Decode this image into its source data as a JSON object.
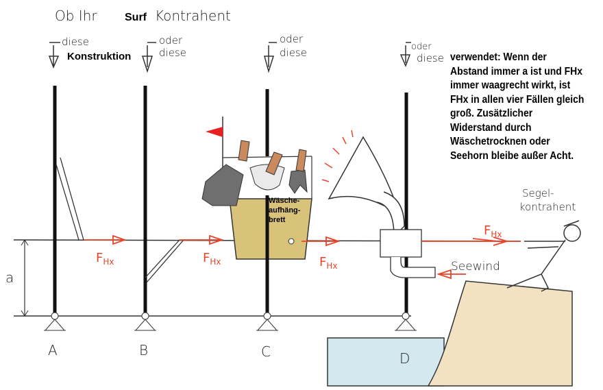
{
  "heading": {
    "prefix": "Ob Ihr",
    "typed": "Surf",
    "suffix": "Kontrahent"
  },
  "options": [
    {
      "line1": "diese",
      "line2": "Konstruktion"
    },
    {
      "line1": "oder",
      "line2": "diese"
    },
    {
      "line1": "oder",
      "line2": "diese"
    },
    {
      "line1": "oder",
      "line2": "diese"
    }
  ],
  "explanation": "verwendet: Wenn der Abstand immer a ist und FHx immer waagrecht wirkt, ist FHx in allen vier Fällen gleich groß. Zusätzlicher Widerstand durch Wäschetrocknen oder Seehorn bleibe außer Acht.",
  "board_label": [
    "Wäsche-",
    "aufhäng-",
    "brett"
  ],
  "opponent_label": [
    "Segel-",
    "kontrahent"
  ],
  "force": {
    "main": "F",
    "sub": "Hx"
  },
  "wind_label": "Seewind",
  "dimension_label": "a",
  "supports": [
    "A",
    "B",
    "C",
    "D"
  ],
  "colors": {
    "force": "#e8442a",
    "board": "#d9c27a",
    "water": "#d4e8f0",
    "sand": "#f3e2c2",
    "clothes": "#6f6f6f",
    "pegs": "#c98a5e"
  }
}
